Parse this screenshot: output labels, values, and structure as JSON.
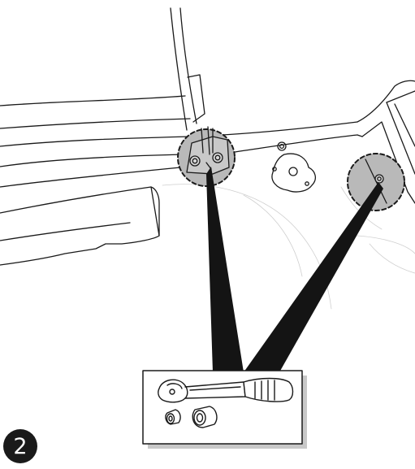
{
  "step": {
    "number": "2"
  },
  "callouts": [
    {
      "name": "left-hinge-bolt-callout"
    },
    {
      "name": "right-bolt-callout"
    }
  ],
  "tools": {
    "box": "tool-inset",
    "items": [
      "ratchet-wrench-icon",
      "small-socket-icon",
      "large-socket-icon"
    ]
  },
  "colors": {
    "line": "#1a1a1a",
    "callout_fill": "#b9b9b9",
    "leader": "#141414",
    "tool_shadow": "#c8c8c8",
    "badge": "#1a1a1a",
    "badge_text": "#ffffff"
  }
}
